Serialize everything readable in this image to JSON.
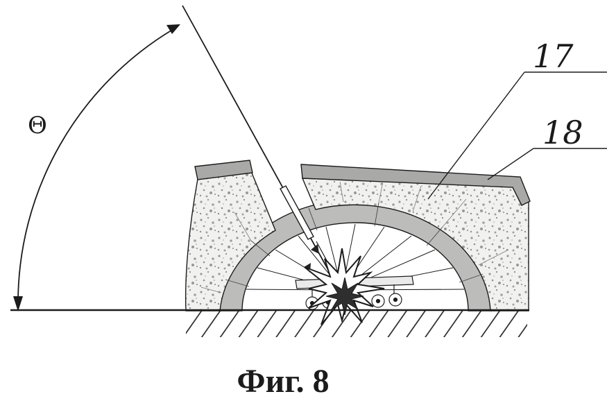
{
  "figure": {
    "caption": "Фиг. 8",
    "theta": "Θ",
    "ref_17": "17",
    "ref_18": "18"
  },
  "colors": {
    "ink": "#1b1b1b",
    "speckle_base": "#f1f1ef",
    "cap": "#a9a9a7",
    "arch": "#bcbcba",
    "explosion_core": "#2e2e2e"
  }
}
